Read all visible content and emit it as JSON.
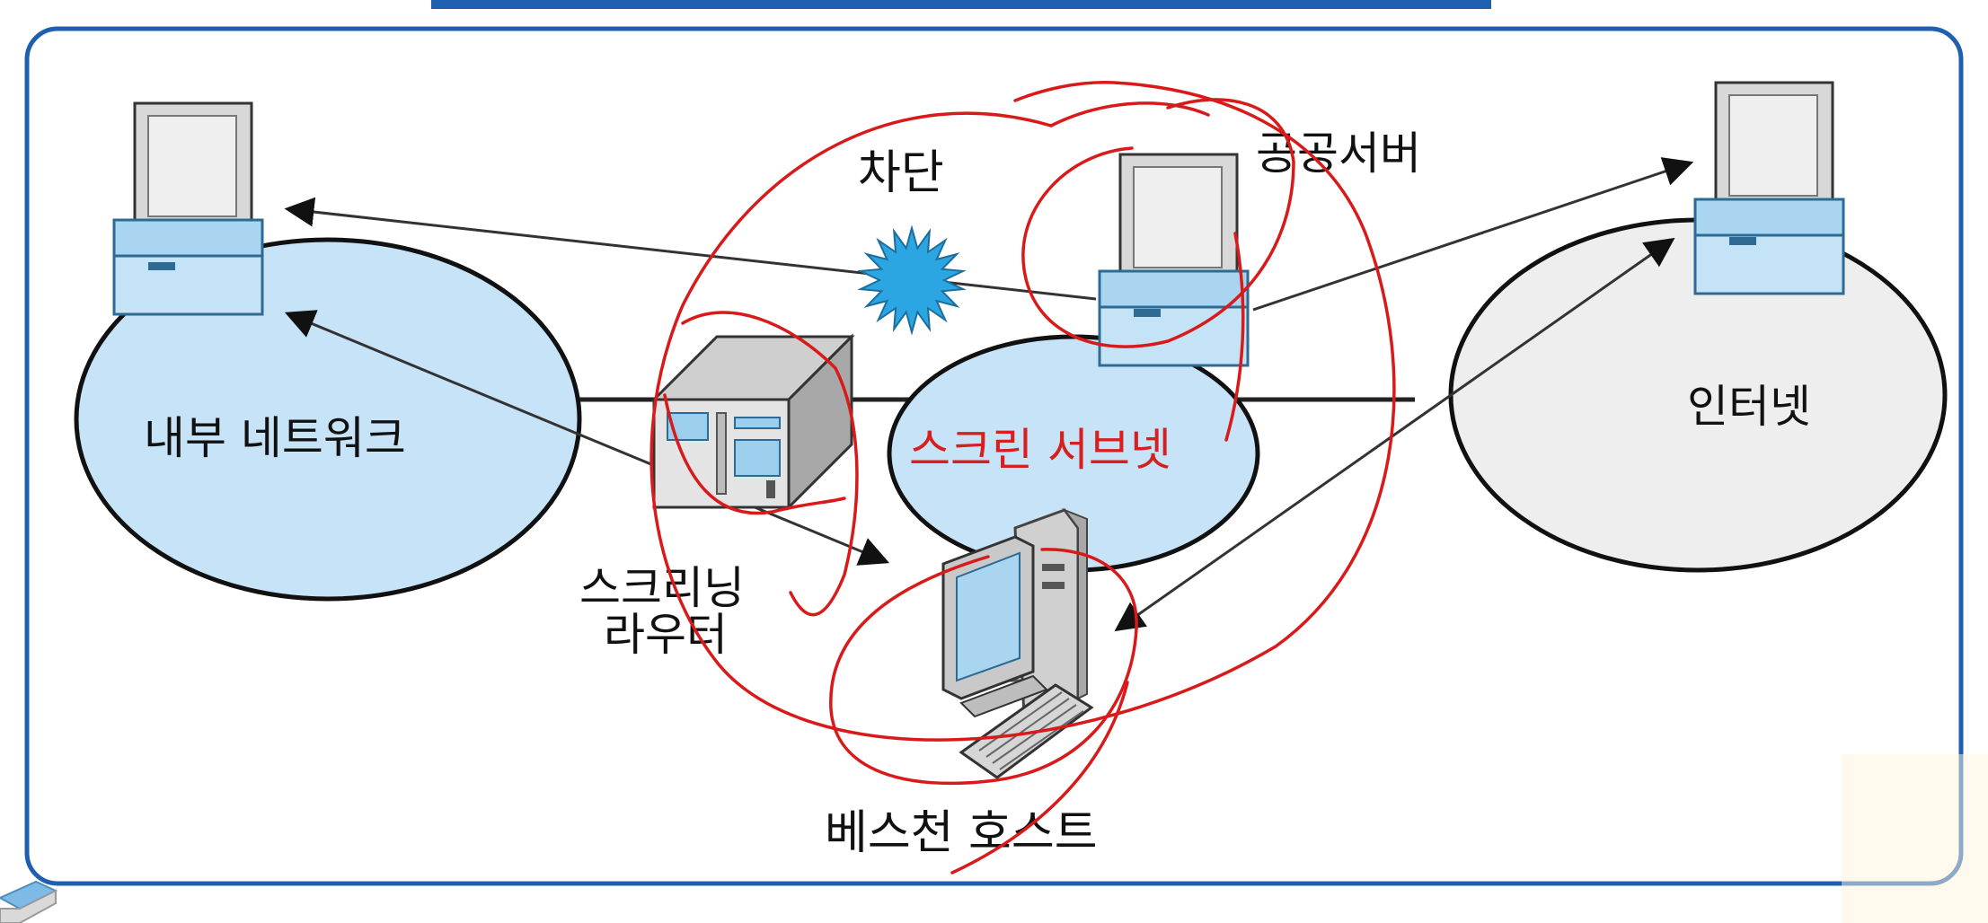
{
  "diagram": {
    "labels": {
      "internal_network": "내부 네트워크",
      "internet": "인터넷",
      "screen_subnet": "스크린 서브넷",
      "blocked": "차단",
      "public_server": "공공서버",
      "screening_router_line1": "스크리닝",
      "screening_router_line2": "라우터",
      "bastion_host": "베스천 호스트"
    },
    "colors": {
      "frame_border": "#1f5fb0",
      "internal_ellipse": "#c6e3f7",
      "subnet_ellipse": "#c6e3f7",
      "internet_ellipse": "#eeeeee",
      "screen_subnet_text": "#d81f1f",
      "annotation_red": "#d91a1a",
      "block_burst": "#2ba6e3",
      "computer_blue": "#a9d5f1"
    },
    "icons": [
      "desktop-computer-icon",
      "rack-router-icon",
      "workstation-tower-icon",
      "burst-block-icon",
      "arrow-icon"
    ]
  }
}
